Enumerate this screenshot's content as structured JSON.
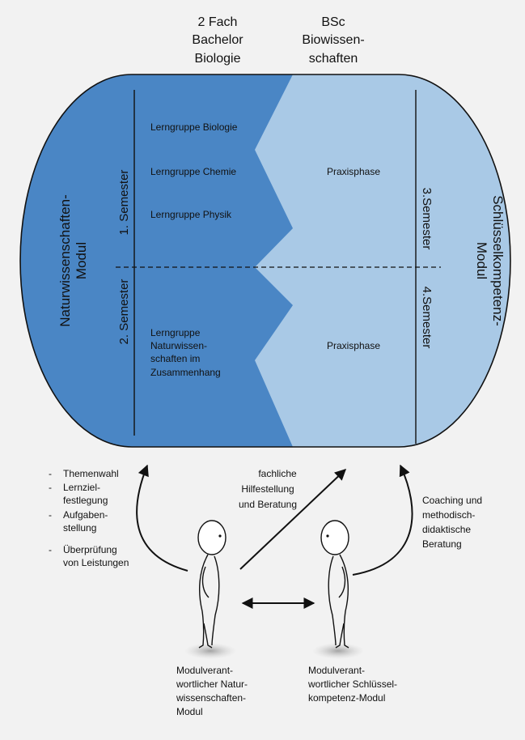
{
  "headers": {
    "left": [
      "2 Fach",
      "Bachelor",
      "Biologie"
    ],
    "right": [
      "BSc",
      "Biowissen-",
      "schaften"
    ]
  },
  "side_labels": {
    "left_module": [
      "Naturwissenschaften-",
      "Modul"
    ],
    "right_module": [
      "Schlüsselkompetenz-",
      "Modul"
    ]
  },
  "semesters": {
    "s1": "1. Semester",
    "s2": "2. Semester",
    "s3": "3.Semester",
    "s4": "4.Semester"
  },
  "groups_top": [
    "Lerngruppe Biologie",
    "Lerngruppe Chemie",
    "Lerngruppe Physik"
  ],
  "group_bottom": [
    "Lerngruppe",
    "Naturwissen-",
    "schaften im",
    "Zusammenhang"
  ],
  "praxis": {
    "top": "Praxisphase",
    "bottom": "Praxisphase"
  },
  "left_tasks": [
    [
      "-",
      "Themenwahl"
    ],
    [
      "-",
      "Lernziel-"
    ],
    [
      "",
      "festlegung"
    ],
    [
      "-",
      "Aufgaben-"
    ],
    [
      "",
      "stellung"
    ],
    [
      "-",
      "Überprüfung"
    ],
    [
      "",
      "von Leistungen"
    ]
  ],
  "middle_support": [
    "fachliche",
    "Hilfestellung",
    "und Beratung"
  ],
  "right_support": [
    "Coaching und",
    "methodisch-",
    "didaktische",
    "Beratung"
  ],
  "person_left": [
    "Modulverant-",
    "wortlicher Natur-",
    "wissenschaften-",
    "Modul"
  ],
  "person_right": [
    "Modulverant-",
    "wortlicher Schlüssel-",
    "kompetenz-Modul"
  ],
  "colors": {
    "dark_blue": "#4a86c5",
    "light_blue": "#a9c9e6",
    "background": "#f2f2f2",
    "line": "#111111"
  }
}
